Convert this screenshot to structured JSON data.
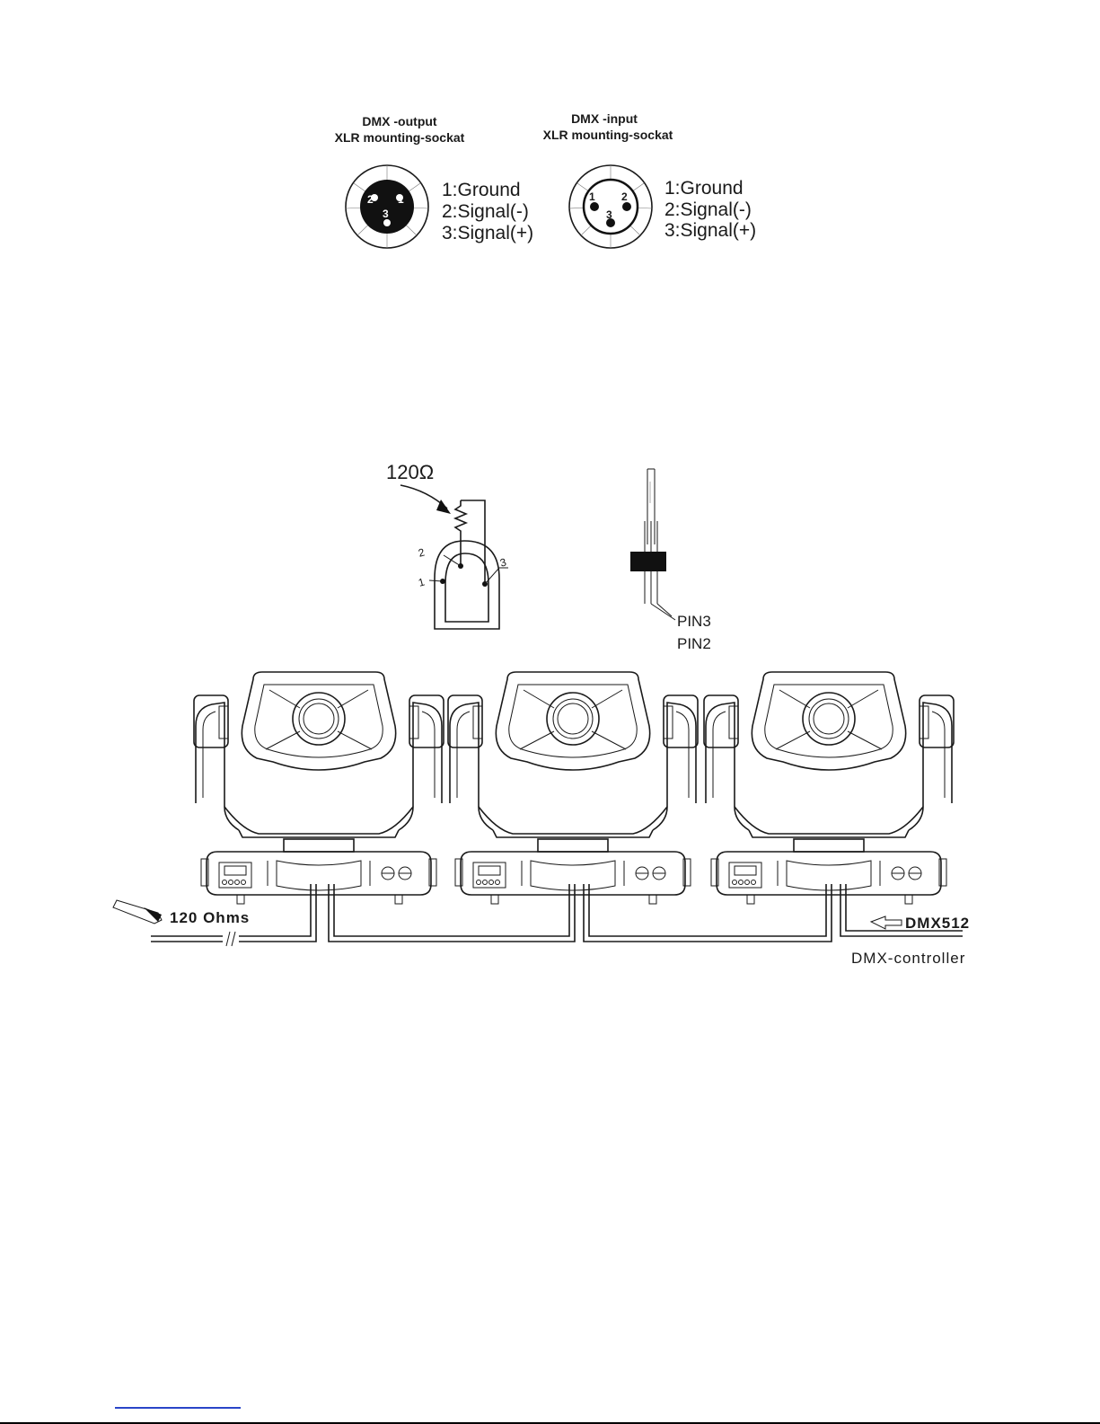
{
  "connectors": [
    {
      "title": "DMX -output",
      "subtitle": "XLR mounting-sockat",
      "pins": [
        "1:Ground",
        "2:Signal(-)",
        "3:Signal(+)"
      ],
      "face_labels": [
        "2",
        "1",
        "3"
      ]
    },
    {
      "title": "DMX -input",
      "subtitle": "XLR mounting-sockat",
      "pins": [
        "1:Ground",
        "2:Signal(-)",
        "3:Signal(+)"
      ],
      "face_labels": [
        "1",
        "2",
        "3"
      ]
    }
  ],
  "terminator": {
    "resistor_label": "120Ω",
    "pin_labels": [
      "2",
      "1",
      "3"
    ],
    "pin3_label": "PIN3",
    "pin2_label": "PIN2"
  },
  "chain": {
    "fixture_count": 3,
    "left_label": "120 Ohms",
    "right_label": "DMX512",
    "controller_label": "DMX-controller"
  }
}
